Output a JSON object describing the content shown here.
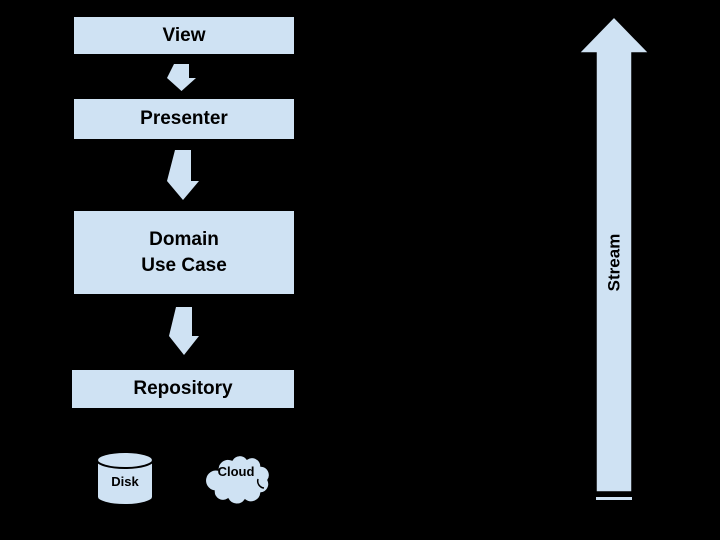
{
  "colors": {
    "background": "#000000",
    "shape_fill": "#cfe2f3",
    "shape_border": "#000000",
    "text": "#000000"
  },
  "flow": {
    "direction": "top-down",
    "connector_icon": "down-block-arrow",
    "boxes": [
      {
        "label": "View"
      },
      {
        "label": "Presenter"
      },
      {
        "label": "Domain\nUse Case"
      },
      {
        "label": "Repository"
      }
    ]
  },
  "stream": {
    "label": "Stream",
    "direction": "up",
    "icon": "up-block-arrow"
  },
  "storage": {
    "disk": {
      "label": "Disk",
      "icon": "database-cylinder"
    },
    "cloud": {
      "label": "Cloud",
      "icon": "cloud-shape"
    }
  }
}
